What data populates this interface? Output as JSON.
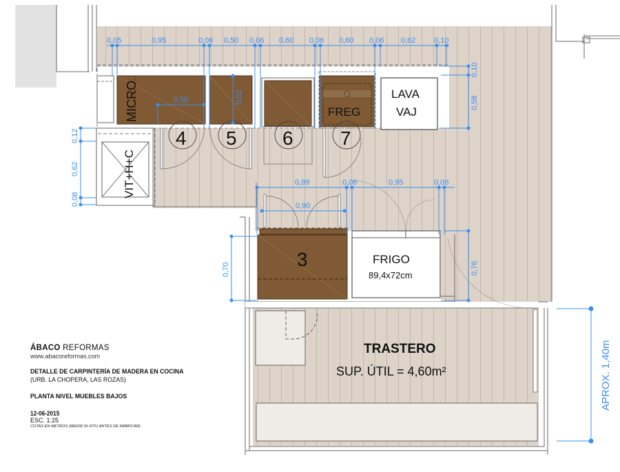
{
  "title_block": {
    "brand_bold": "ÁBACO",
    "brand_rest": " REFORMAS",
    "website": "www.abacoreformas.com",
    "drawing_title": "DETALLE DE CARPINTERÍA DE MADERA EN COCINA",
    "location": "(URB. LA CHOPERA, LAS ROZAS)",
    "plan_name": "PLANTA NIVEL MUEBLES BAJOS",
    "date": "12-06-2015",
    "scale": "ESC. 1:25",
    "note": "COTAS EN METROS (MEDIR IN-SITU ANTES DE FABRICAR)."
  },
  "colors": {
    "floor": "#ddd3c9",
    "floor_line": "#c4b8ac",
    "cabinet_wood": "#7f5a34",
    "dimension": "#3a8ff0",
    "wall_line": "#555555",
    "appliance_fill": "#ffffff",
    "storage_fill": "#efebe7"
  },
  "top_dimensions": [
    "0,05",
    "0,95",
    "0,06",
    "0,50",
    "0,06",
    "0,60",
    "0,06",
    "0,60",
    "0,06",
    "0,62",
    "0,10"
  ],
  "right_top_dimensions": [
    "0,10",
    "0,58"
  ],
  "left_dimensions": [
    "0,12",
    "0,62",
    "0,08"
  ],
  "inner_dimensions": {
    "cab4_width": "0,50",
    "cab5_depth": "0,52",
    "cab3_overall": "0,99",
    "cab3_door": "0,90",
    "gap_a": "0,06",
    "frigo_width": "0,95",
    "gap_b": "0,06",
    "cab3_depth": "0,70",
    "frigo_depth": "0,76"
  },
  "cabinets": [
    {
      "number": "4",
      "label": "MICRO"
    },
    {
      "number": "5",
      "label": ""
    },
    {
      "number": "6",
      "label": ""
    },
    {
      "number": "7",
      "label": "FREG"
    },
    {
      "number": "3",
      "label": ""
    }
  ],
  "appliances": {
    "dishwasher_line1": "LAVA",
    "dishwasher_line2": "VAJ",
    "tall_unit": "VIT+H+C",
    "fridge_name": "FRIGO",
    "fridge_size": "89,4x72cm"
  },
  "room": {
    "name": "TRASTERO",
    "area": "SUP. ÚTIL = 4,60m²",
    "height_note": "APROX. 1,40m"
  }
}
